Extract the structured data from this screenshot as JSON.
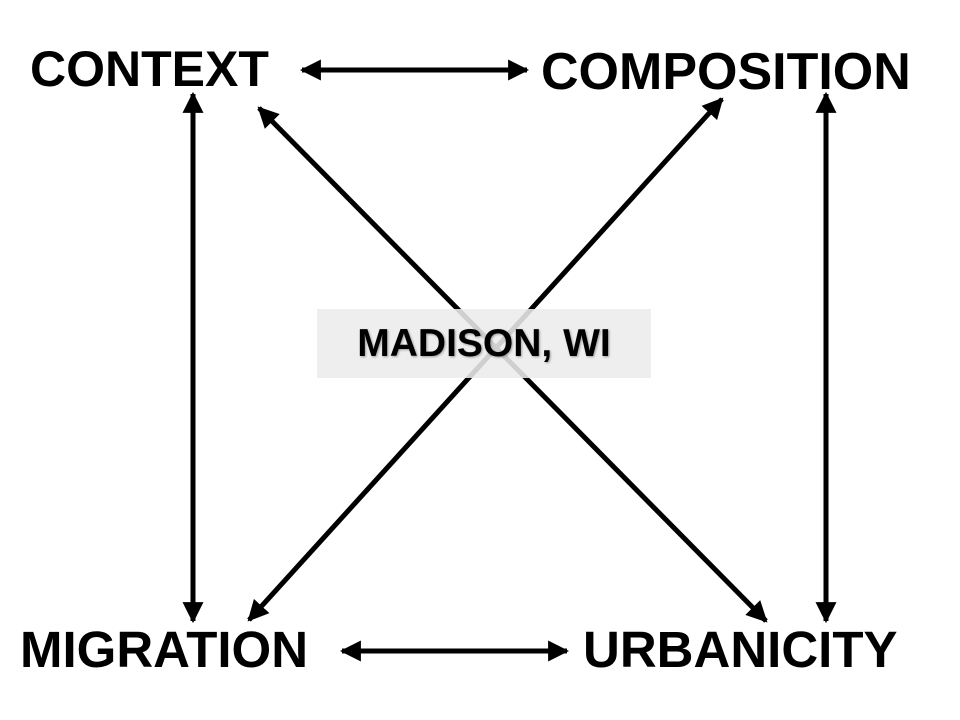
{
  "diagram": {
    "nodes": {
      "context": "CONTEXT",
      "composition": "COMPOSITION",
      "migration": "MIGRATION",
      "urbanicity": "URBANICITY"
    },
    "center_label": "MADISON, WI",
    "edges": [
      {
        "from": "CONTEXT",
        "to": "COMPOSITION",
        "direction": "bidirectional"
      },
      {
        "from": "CONTEXT",
        "to": "MIGRATION",
        "direction": "bidirectional"
      },
      {
        "from": "COMPOSITION",
        "to": "URBANICITY",
        "direction": "bidirectional"
      },
      {
        "from": "MIGRATION",
        "to": "URBANICITY",
        "direction": "bidirectional"
      },
      {
        "from": "CONTEXT",
        "to": "URBANICITY",
        "direction": "bidirectional"
      },
      {
        "from": "COMPOSITION",
        "to": "MIGRATION",
        "direction": "bidirectional"
      }
    ],
    "colors": {
      "arrow": "#000000",
      "text": "#000000",
      "center_box": "#ececec"
    }
  }
}
